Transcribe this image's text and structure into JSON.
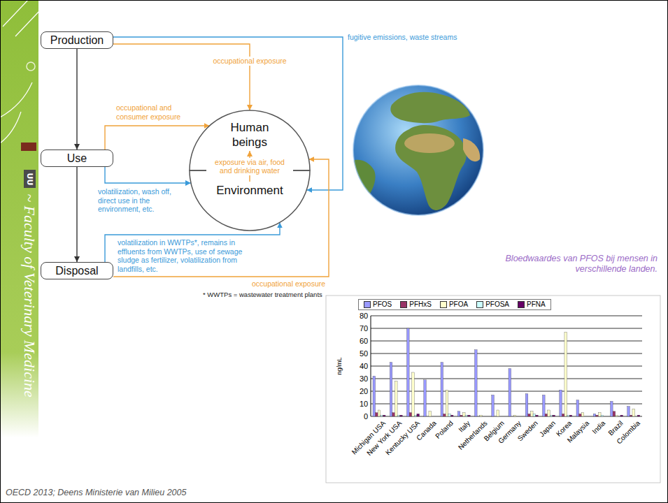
{
  "diagram": {
    "caption": "Bloedwaardes van PFOS bij mensen in verschillende landen.",
    "nodes": [
      {
        "text": [
          "Production"
        ]
      },
      {
        "text": [
          "Use"
        ]
      },
      {
        "text": [
          "Disposal"
        ]
      },
      {
        "text": [
          "Human beings"
        ]
      },
      {
        "text": [
          "Environment"
        ]
      }
    ],
    "edges": [
      {
        "from": 0,
        "to": 1,
        "arrow": "to"
      },
      {
        "from": 1,
        "to": 2,
        "arrow": "to"
      },
      {
        "from": 0,
        "to": 4,
        "arrow": "to",
        "label": "fugitive emissions, waste streams"
      },
      {
        "from": 0,
        "to": 3,
        "arrow": "to",
        "label": "occupational exposure"
      },
      {
        "from": 1,
        "to": 3,
        "arrow": "to",
        "label": "occupational and consumer exposure"
      },
      {
        "from": 1,
        "to": 4,
        "arrow": "to",
        "label": "volatilization, wash off, direct use in the environment, etc."
      },
      {
        "from": 2,
        "to": 4,
        "arrow": "to",
        "label": "volatilization in WWTPs*, remains in effluents from WWTPs, use of sewage sludge as fertilizer, volatilization from landfills, etc."
      },
      {
        "from": 2,
        "to": 3,
        "arrow": "to",
        "label": "occupational exposure"
      },
      {
        "from": 4,
        "to": 3,
        "arrow": "to",
        "label": "exposure via air, food and drinking water"
      }
    ],
    "labels": [
      "UU",
      "~ Faculty of Veterinary Medicine",
      "* WWTPs = wastewater treatment plants",
      "OECD 2013; Deens Ministerie van Milieu 2005",
      "ng/mL",
      "80",
      "70",
      "60",
      "50",
      "40",
      "30",
      "20",
      "10",
      "0",
      "Michigan USA",
      "New York USA",
      "Kentucky USA",
      "Canada",
      "Poland",
      "Italy",
      "Netherlands",
      "Belgium",
      "Germany",
      "Sweden",
      "Japan",
      "Korea",
      "Malaysia",
      "India",
      "Brazil",
      "Colombia"
    ],
    "legend": [
      {
        "text": "PFOS",
        "color": "#9999ff"
      },
      {
        "text": "PFHxS",
        "color": "#993366"
      },
      {
        "text": "PFOA",
        "color": "#ffffcc"
      },
      {
        "text": "PFOSA",
        "color": "#ccffff"
      },
      {
        "text": "PFNA",
        "color": "#660066"
      }
    ]
  }
}
